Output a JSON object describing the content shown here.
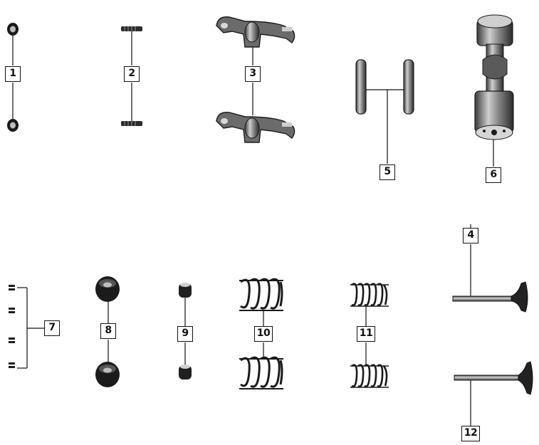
{
  "diagram": {
    "callouts": [
      {
        "id": "c1",
        "text": "1"
      },
      {
        "id": "c2",
        "text": "2"
      },
      {
        "id": "c3",
        "text": "3"
      },
      {
        "id": "c4",
        "text": "4"
      },
      {
        "id": "c5",
        "text": "5"
      },
      {
        "id": "c6",
        "text": "6"
      },
      {
        "id": "c7",
        "text": "7"
      },
      {
        "id": "c8",
        "text": "8"
      },
      {
        "id": "c9",
        "text": "9"
      },
      {
        "id": "c10",
        "text": "10"
      },
      {
        "id": "c11",
        "text": "11"
      },
      {
        "id": "c12",
        "text": "12"
      }
    ],
    "colors": {
      "ink": "#111111",
      "metal_dark": "#2a2a2a",
      "metal_mid": "#7a7a7a",
      "metal_light": "#cfcfcf"
    }
  }
}
